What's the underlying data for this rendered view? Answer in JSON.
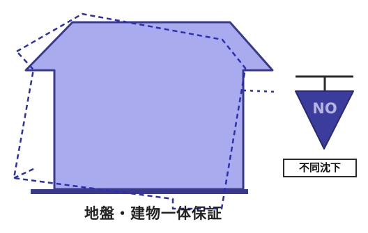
{
  "caption": "地盤・建物一体保証",
  "badge": {
    "symbol_text": "NO",
    "label": "不同沈下"
  },
  "colors": {
    "house_fill": "#aaaaee",
    "house_stroke": "#3a3a8c",
    "outline_dash": "#2b2fb0",
    "badge_fill": "#3c3c9c",
    "badge_text": "#b4b4de",
    "ground": "#3a3a8c"
  }
}
